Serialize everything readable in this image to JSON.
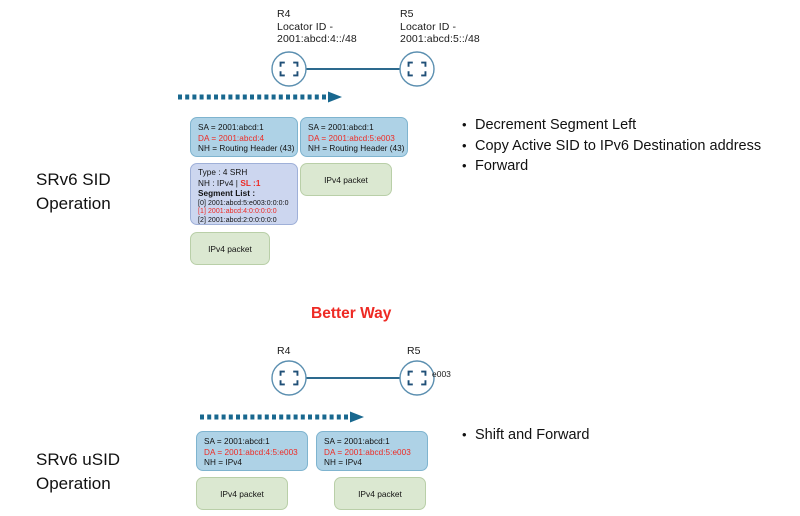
{
  "meta": {
    "accent_blue": "#2d6a8e",
    "accent_red": "#ee2a24",
    "header_box_fill": "#aed2e6",
    "srh_box_fill": "#ccd6ef",
    "payload_box_fill": "#dbe8d1"
  },
  "sections": [
    {
      "title": "SRv6 SID\nOperation",
      "topology": {
        "routers": [
          {
            "name": "R4",
            "caption": "R4\nLocator ID -\n2001:abcd:4::/48",
            "tag": ""
          },
          {
            "name": "R5",
            "caption": "R5\nLocator ID -\n2001:abcd:5::/48",
            "tag": ""
          }
        ]
      },
      "packets": [
        {
          "header": {
            "sa": "SA = 2001:abcd:1",
            "da": "DA = 2001:abcd:4",
            "nh": "NH = Routing Header (43)"
          },
          "srh": {
            "type": "Type : 4 SRH",
            "nh_prefix": "NH : IPv4 | ",
            "nh_sl": "SL :1",
            "segment_list_label": "Segment List :",
            "segments": [
              {
                "index": "[0]",
                "value": "2001:abcd:5:e003:0:0:0:0",
                "active": false
              },
              {
                "index": "[1]",
                "value": "2001:abcd:4:0:0:0:0:0",
                "active": true
              },
              {
                "index": "[2]",
                "value": "2001:abcd:2:0:0:0:0:0",
                "active": false
              }
            ]
          },
          "payload": "IPv4 packet"
        },
        {
          "header": {
            "sa": "SA = 2001:abcd:1",
            "da": "DA = 2001:abcd:5:e003",
            "nh": "NH = Routing Header (43)"
          },
          "payload": "IPv4 packet"
        }
      ],
      "bullets": [
        "Decrement Segment Left",
        "Copy Active SID to IPv6 Destination address",
        "Forward"
      ]
    },
    {
      "title": "SRv6 uSID\nOperation",
      "banner": "Better Way",
      "topology": {
        "routers": [
          {
            "name": "R4",
            "caption": "R4",
            "tag": ""
          },
          {
            "name": "R5",
            "caption": "R5",
            "tag": "e003"
          }
        ]
      },
      "packets": [
        {
          "header": {
            "sa": "SA = 2001:abcd:1",
            "da": "DA = 2001:abcd:4:5:e003",
            "nh": "NH = IPv4"
          },
          "payload": "IPv4 packet"
        },
        {
          "header": {
            "sa": "SA = 2001:abcd:1",
            "da": "DA = 2001:abcd:5:e003",
            "nh": "NH = IPv4"
          },
          "payload": "IPv4 packet"
        }
      ],
      "bullets": [
        "Shift and Forward"
      ]
    }
  ]
}
